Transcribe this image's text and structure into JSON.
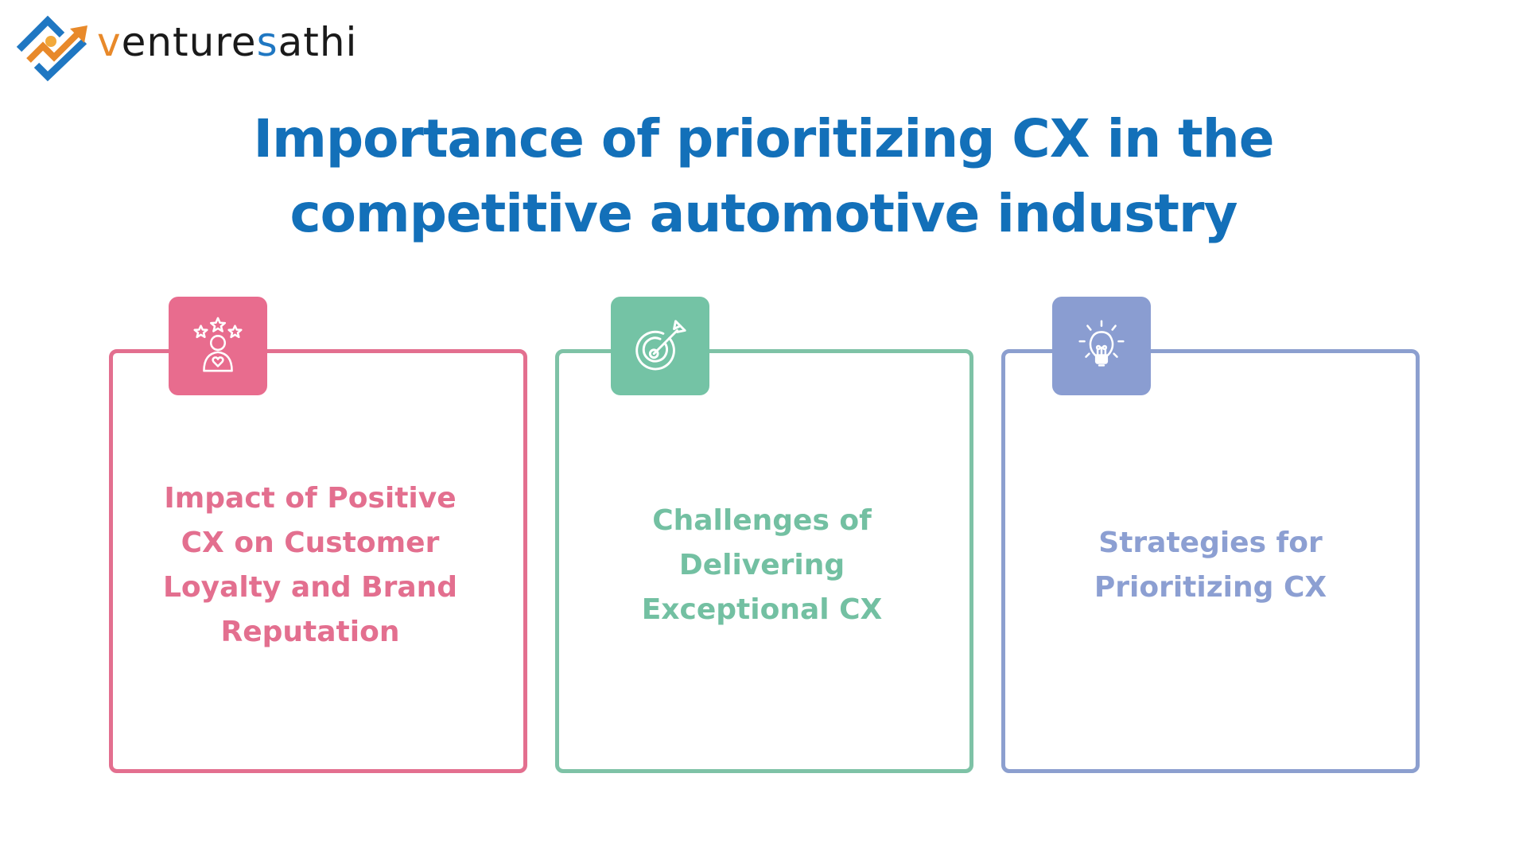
{
  "brand": {
    "name_prefix": "v",
    "name_mid": "enture",
    "name_s": "s",
    "name_suffix": "athi",
    "logo_icon": "venturesathi-logo-icon",
    "colors": {
      "orange": "#e8892a",
      "blue": "#1f77c2",
      "dark": "#1a1a1a"
    }
  },
  "title": {
    "line1": "Importance of prioritizing CX in the",
    "line2": "competitive automotive industry",
    "color": "#1370b9"
  },
  "cards": [
    {
      "icon": "customer-rating-icon",
      "color": "#e36f8f",
      "lines": [
        "Impact of Positive",
        "CX on Customer",
        "Loyalty and Brand",
        "Reputation"
      ]
    },
    {
      "icon": "target-arrow-icon",
      "color": "#74c3a5",
      "lines": [
        "Challenges of",
        "Delivering",
        "Exceptional CX"
      ]
    },
    {
      "icon": "lightbulb-icon",
      "color": "#8a9dd1",
      "lines": [
        "Strategies for",
        "Prioritizing CX"
      ]
    }
  ]
}
